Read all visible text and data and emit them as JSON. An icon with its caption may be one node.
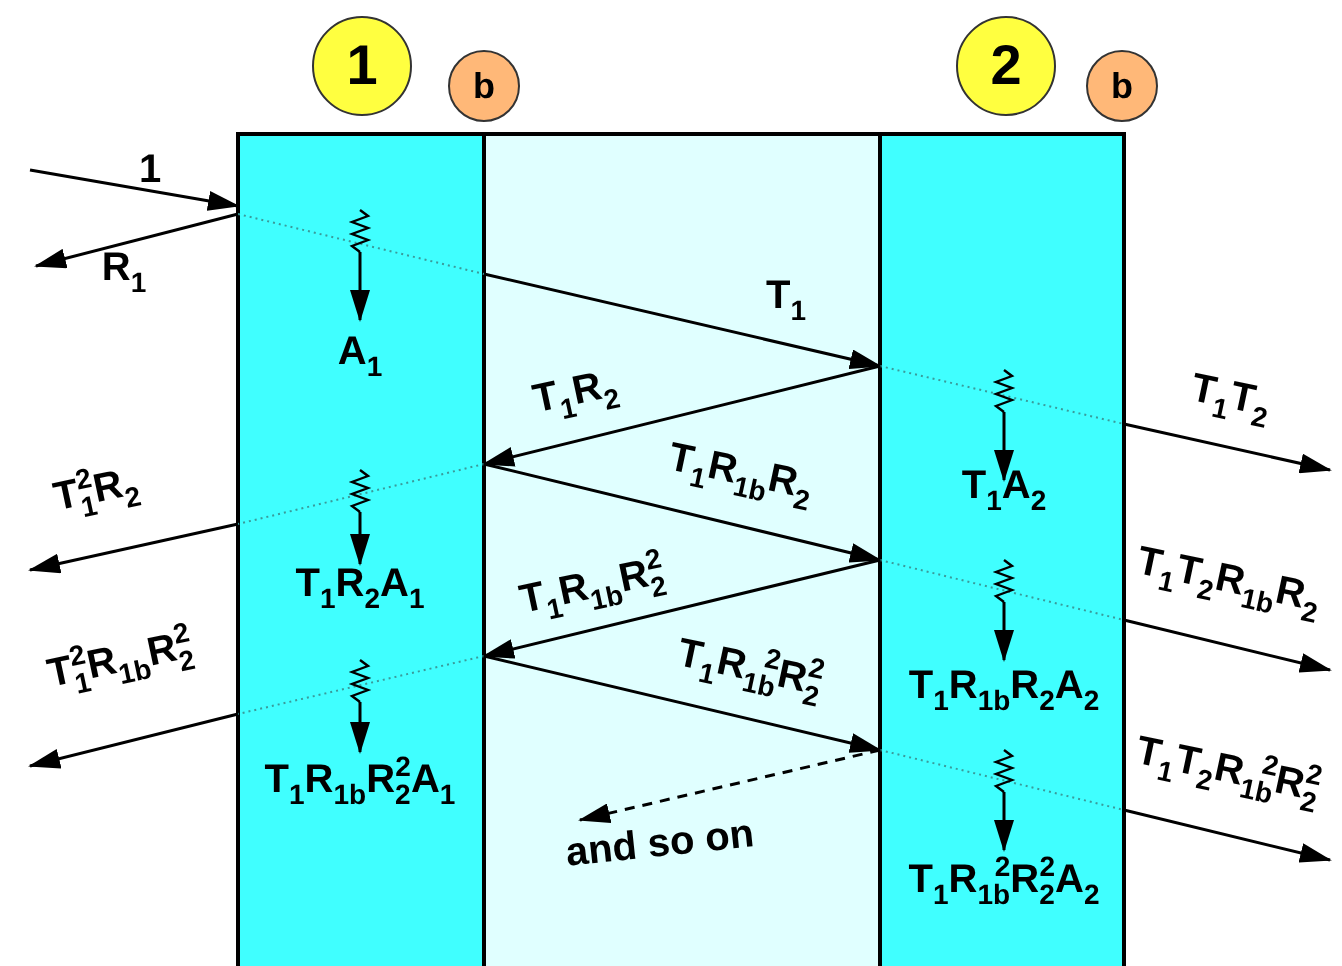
{
  "diagram": {
    "nodes": [
      {
        "text": [
          "1"
        ]
      },
      {
        "text": [
          "b"
        ]
      },
      {
        "text": [
          "2"
        ]
      },
      {
        "text": [
          "b"
        ]
      }
    ],
    "labels": [
      "1",
      "R$_{1}$",
      "A$_{1}$",
      "T$_{1}$",
      "T$_{1}$T$_{2}$",
      "T$_{1}$R$_{2}$",
      "T$_{1}$A$_{2}$",
      "T$_{1}$$^{2}$R$_{2}$",
      "T$_{1}$R$_{1b}$R$_{2}$",
      "T$_{1}$R$_{2}$A$_{1}$",
      "T$_{1}$T$_{2}$R$_{1b}$R$_{2}$",
      "T$_{1}$R$_{1b}$R$_{2}$$^{2}$",
      "T$_{1}$$^{2}$R$_{1b}$R$_{2}$$^{2}$",
      "T$_{1}$R$_{1b}$R$_{2}$A$_{2}$",
      "T$_{1}$R$_{1b}$$^{2}$R$_{2}$$^{2}$",
      "T$_{1}$T$_{2}$R$_{1b}$$^{2}$R$_{2}$$^{2}$",
      "T$_{1}$R$_{1b}$R$_{2}$$^{2}$A$_{1}$",
      "and so on",
      "T$_{1}$R$_{1b}$$^{2}$R$_{2}$$^{2}$A$_{2}$"
    ]
  }
}
